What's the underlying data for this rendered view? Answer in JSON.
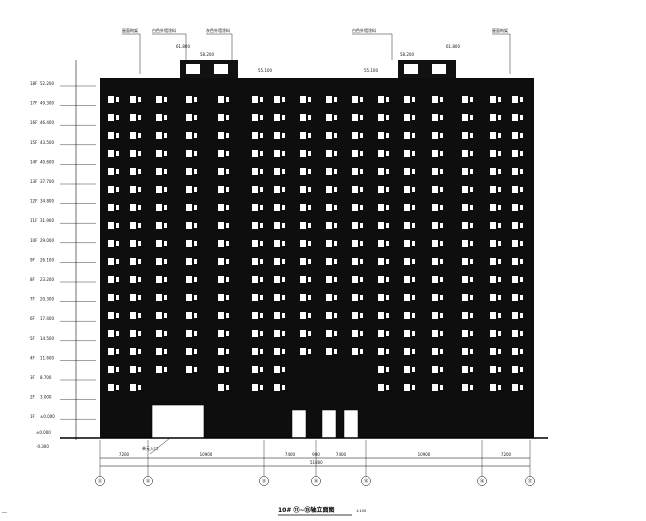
{
  "drawing": {
    "title": "10# ⑪~⑮轴立面图",
    "scale": "1:100",
    "ground_elevation": "-0.300",
    "grade_note": "±0.000",
    "axis_labels": [
      "⑪",
      "⑫",
      "⑬",
      "⑭",
      "⑮",
      "⑯",
      "⑰",
      "⑱"
    ],
    "bay_dimensions": [
      "7200",
      "10900",
      "7400",
      "900",
      "7400",
      "10900",
      "7200"
    ],
    "total_dimension": "51800",
    "floor_levels": [
      {
        "floor": "18F",
        "elevation": "52.200"
      },
      {
        "floor": "17F",
        "elevation": "49.300"
      },
      {
        "floor": "16F",
        "elevation": "46.400"
      },
      {
        "floor": "15F",
        "elevation": "43.500"
      },
      {
        "floor": "14F",
        "elevation": "40.600"
      },
      {
        "floor": "13F",
        "elevation": "37.700"
      },
      {
        "floor": "12F",
        "elevation": "34.800"
      },
      {
        "floor": "11F",
        "elevation": "31.900"
      },
      {
        "floor": "10F",
        "elevation": "29.000"
      },
      {
        "floor": "9F",
        "elevation": "26.100"
      },
      {
        "floor": "8F",
        "elevation": "23.200"
      },
      {
        "floor": "7F",
        "elevation": "20.300"
      },
      {
        "floor": "6F",
        "elevation": "17.400"
      },
      {
        "floor": "5F",
        "elevation": "14.500"
      },
      {
        "floor": "4F",
        "elevation": "11.600"
      },
      {
        "floor": "3F",
        "elevation": "8.700"
      },
      {
        "floor": "2F",
        "elevation": "3.000"
      },
      {
        "floor": "1F",
        "elevation": "±0.000"
      }
    ],
    "roof_notes": [
      "屋面构架",
      "白色外墙涂料",
      "灰色外墙涂料",
      "白色外墙涂料",
      "屋面构架"
    ],
    "roof_elevations": [
      "61.800",
      "58.200",
      "55.100",
      "55.100",
      "58.200",
      "61.800"
    ],
    "entrance_note": "单元入口",
    "corner_mark": "──"
  }
}
